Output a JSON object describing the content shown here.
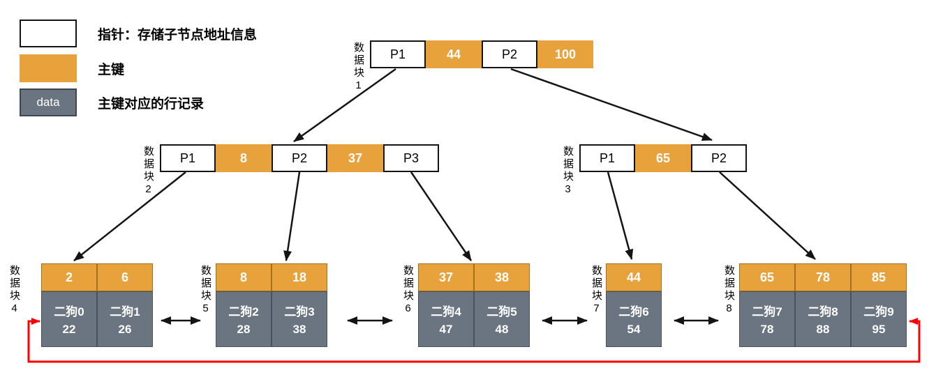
{
  "legend": {
    "pointer": {
      "label": "指针：存储子节点地址信息"
    },
    "primary_key": {
      "label": "主键"
    },
    "data": {
      "swatch_text": "data",
      "label": "主键对应的行记录"
    }
  },
  "colors": {
    "primary_key": "#E8A23B",
    "data_row": "#6A7581",
    "pointer_fill": "#FFFFFF",
    "tree_arrow": "#141414",
    "circular_link": "#FF0000"
  },
  "internal_nodes": [
    {
      "id": "block1",
      "label": "数据块1",
      "cells": [
        {
          "type": "pointer",
          "text": "P1"
        },
        {
          "type": "key",
          "text": "44"
        },
        {
          "type": "pointer",
          "text": "P2"
        },
        {
          "type": "key",
          "text": "100"
        }
      ]
    },
    {
      "id": "block2",
      "label": "数据块2",
      "cells": [
        {
          "type": "pointer",
          "text": "P1"
        },
        {
          "type": "key",
          "text": "8"
        },
        {
          "type": "pointer",
          "text": "P2"
        },
        {
          "type": "key",
          "text": "37"
        },
        {
          "type": "pointer",
          "text": "P3"
        }
      ]
    },
    {
      "id": "block3",
      "label": "数据块3",
      "cells": [
        {
          "type": "pointer",
          "text": "P1"
        },
        {
          "type": "key",
          "text": "65"
        },
        {
          "type": "pointer",
          "text": "P2"
        }
      ]
    }
  ],
  "leaf_nodes": [
    {
      "id": "block4",
      "label": "数据块4",
      "entries": [
        {
          "key": "2",
          "name": "二狗0",
          "value": "22"
        },
        {
          "key": "6",
          "name": "二狗1",
          "value": "26"
        }
      ]
    },
    {
      "id": "block5",
      "label": "数据块5",
      "entries": [
        {
          "key": "8",
          "name": "二狗2",
          "value": "28"
        },
        {
          "key": "18",
          "name": "二狗3",
          "value": "38"
        }
      ]
    },
    {
      "id": "block6",
      "label": "数据块6",
      "entries": [
        {
          "key": "37",
          "name": "二狗4",
          "value": "47"
        },
        {
          "key": "38",
          "name": "二狗5",
          "value": "48"
        }
      ]
    },
    {
      "id": "block7",
      "label": "数据块7",
      "entries": [
        {
          "key": "44",
          "name": "二狗6",
          "value": "54"
        }
      ]
    },
    {
      "id": "block8",
      "label": "数据块8",
      "entries": [
        {
          "key": "65",
          "name": "二狗7",
          "value": "78"
        },
        {
          "key": "78",
          "name": "二狗8",
          "value": "88"
        },
        {
          "key": "85",
          "name": "二狗9",
          "value": "95"
        }
      ]
    }
  ],
  "connections": {
    "tree_edges": [
      {
        "from": "数据块1.P1",
        "to": "数据块2"
      },
      {
        "from": "数据块1.P2",
        "to": "数据块3"
      },
      {
        "from": "数据块2.P1",
        "to": "数据块4"
      },
      {
        "from": "数据块2.P2",
        "to": "数据块5"
      },
      {
        "from": "数据块2.P3",
        "to": "数据块6"
      },
      {
        "from": "数据块3.P1",
        "to": "数据块7"
      },
      {
        "from": "数据块3.P2",
        "to": "数据块8"
      }
    ],
    "leaf_links": [
      "数据块4↔数据块5",
      "数据块5↔数据块6",
      "数据块6↔数据块7",
      "数据块7↔数据块8",
      "数据块8↔数据块4"
    ]
  }
}
